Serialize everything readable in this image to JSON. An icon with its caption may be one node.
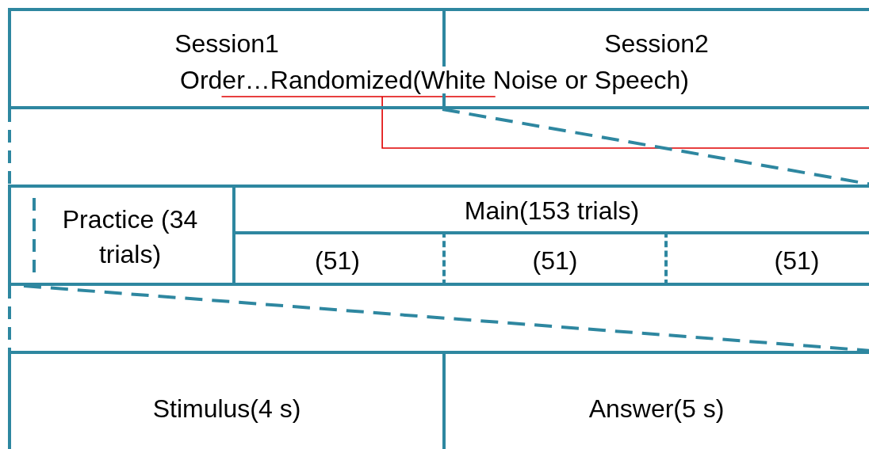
{
  "diagram": {
    "nodes": [
      {
        "text": [
          "Session1"
        ]
      },
      {
        "text": [
          "Session2"
        ]
      },
      {
        "text": [
          "Order…Randomized(White Noise or Speech)"
        ]
      },
      {
        "text": [
          "Practice (34 trials)"
        ]
      },
      {
        "text": [
          "Main(153 trials)"
        ]
      },
      {
        "text": [
          "(51)"
        ],
        "in": 4
      },
      {
        "text": [
          "(51)"
        ],
        "in": 4
      },
      {
        "text": [
          "(51)"
        ],
        "in": 4
      },
      {
        "text": [
          "Stimulus(4 s)"
        ]
      },
      {
        "text": [
          "Answer(5 s)"
        ]
      }
    ],
    "edges": [
      {
        "from": 2,
        "to": null,
        "arrow": "none",
        "color": "#e00000"
      },
      {
        "from": 0,
        "to": 3,
        "arrow": "none",
        "style": "dashed"
      },
      {
        "from": 0,
        "to": 4,
        "arrow": "none",
        "style": "dashed"
      },
      {
        "from": 3,
        "to": 8,
        "arrow": "none",
        "style": "dashed"
      },
      {
        "from": 3,
        "to": 9,
        "arrow": "none",
        "style": "dashed"
      }
    ]
  }
}
